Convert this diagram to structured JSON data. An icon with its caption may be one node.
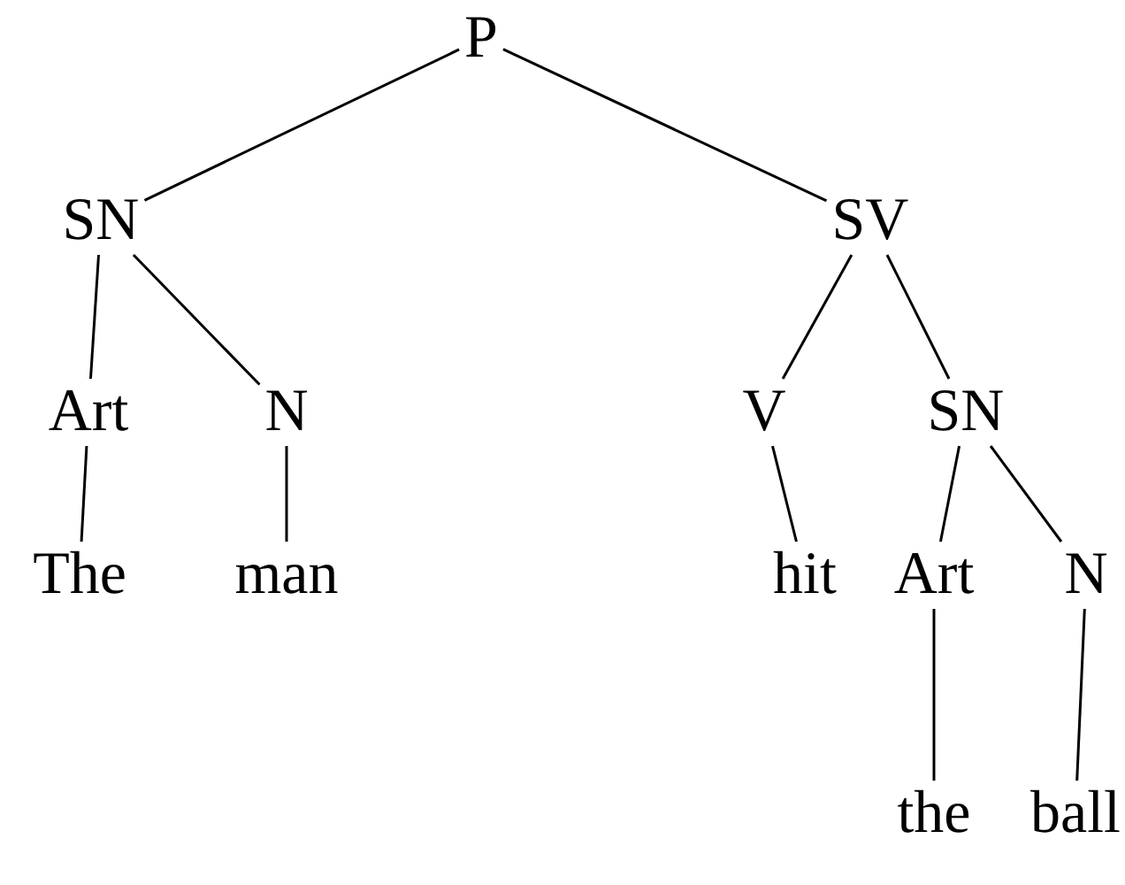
{
  "diagram": {
    "nodes": [
      {
        "text": [
          "P"
        ]
      },
      {
        "text": [
          "SN"
        ]
      },
      {
        "text": [
          "SV"
        ]
      },
      {
        "text": [
          "Art"
        ]
      },
      {
        "text": [
          "N"
        ]
      },
      {
        "text": [
          "V"
        ]
      },
      {
        "text": [
          "SN"
        ]
      },
      {
        "text": [
          "The"
        ]
      },
      {
        "text": [
          "man"
        ]
      },
      {
        "text": [
          "hit"
        ]
      },
      {
        "text": [
          "Art"
        ]
      },
      {
        "text": [
          "N"
        ]
      },
      {
        "text": [
          "the"
        ]
      },
      {
        "text": [
          "ball"
        ]
      }
    ],
    "edges": [
      {
        "from": 0,
        "to": 1,
        "arrow": "none"
      },
      {
        "from": 0,
        "to": 2,
        "arrow": "none"
      },
      {
        "from": 1,
        "to": 3,
        "arrow": "none"
      },
      {
        "from": 1,
        "to": 4,
        "arrow": "none"
      },
      {
        "from": 3,
        "to": 7,
        "arrow": "none"
      },
      {
        "from": 4,
        "to": 8,
        "arrow": "none"
      },
      {
        "from": 2,
        "to": 5,
        "arrow": "none"
      },
      {
        "from": 2,
        "to": 6,
        "arrow": "none"
      },
      {
        "from": 5,
        "to": 9,
        "arrow": "none"
      },
      {
        "from": 6,
        "to": 10,
        "arrow": "none"
      },
      {
        "from": 6,
        "to": 11,
        "arrow": "none"
      },
      {
        "from": 10,
        "to": 12,
        "arrow": "none"
      },
      {
        "from": 11,
        "to": 13,
        "arrow": "none"
      }
    ]
  }
}
